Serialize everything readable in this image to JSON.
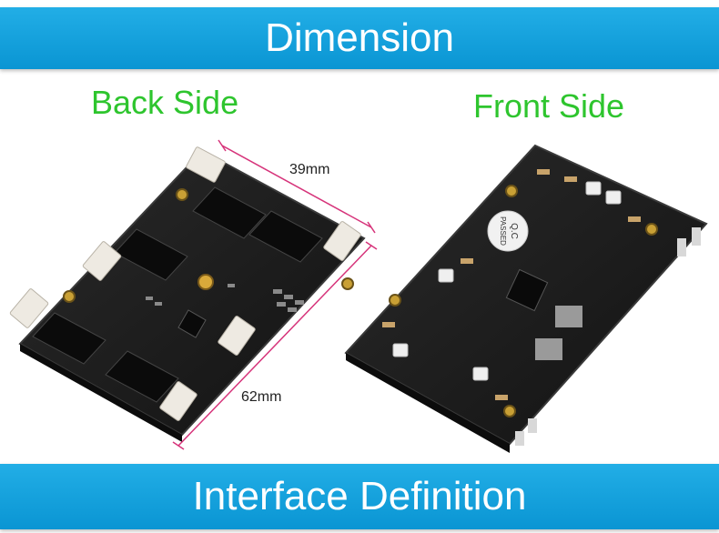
{
  "header": {
    "title": "Dimension"
  },
  "back": {
    "label": "Back Side"
  },
  "front": {
    "label": "Front Side",
    "qc_line1": "Q.C",
    "qc_line2": "PASSED"
  },
  "dimensions": {
    "width": "39mm",
    "length": "62mm"
  },
  "footer": {
    "title": "Interface Definition"
  },
  "colors": {
    "banner": "#0fa0dc",
    "label": "#2ec52e",
    "dim_line": "#d6337a",
    "pcb": "#1b1b1b"
  }
}
